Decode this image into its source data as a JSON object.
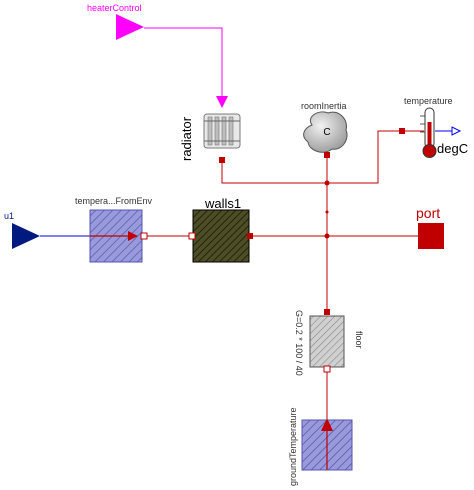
{
  "labels": {
    "heater_control": "heaterControl",
    "radiator": "radiator",
    "room_inertia": "roomInertia",
    "room_inertia_symbol": "C",
    "temperature": "temperature",
    "deg_c": "degC",
    "u1": "u1",
    "temp_from_env": "tempera...FromEnv",
    "walls": "walls1",
    "port": "port",
    "floor": "floor",
    "floor_conductance": "G=0.2 * 100 / 40",
    "ground_temperature": "groundTemperature"
  },
  "colors": {
    "heat_connection": "#c00000",
    "signal_input": "#001a80",
    "control_signal": "#ff00ff",
    "output_signal": "#0000ff",
    "source_fill": "#9999dd",
    "wall_fill": "#4d4d26",
    "floor_fill": "#c8c8c8"
  },
  "icons": {
    "heater_control": "signal-input-triangle-icon",
    "radiator": "radiator-icon",
    "room_inertia": "heat-capacitor-icon",
    "temperature": "thermometer-icon",
    "u1": "signal-input-triangle-icon",
    "temp_from_env": "prescribed-temperature-icon",
    "walls": "thermal-conductor-icon",
    "port": "heat-port-icon",
    "floor": "thermal-conductor-icon",
    "ground_temperature": "prescribed-temperature-icon"
  }
}
